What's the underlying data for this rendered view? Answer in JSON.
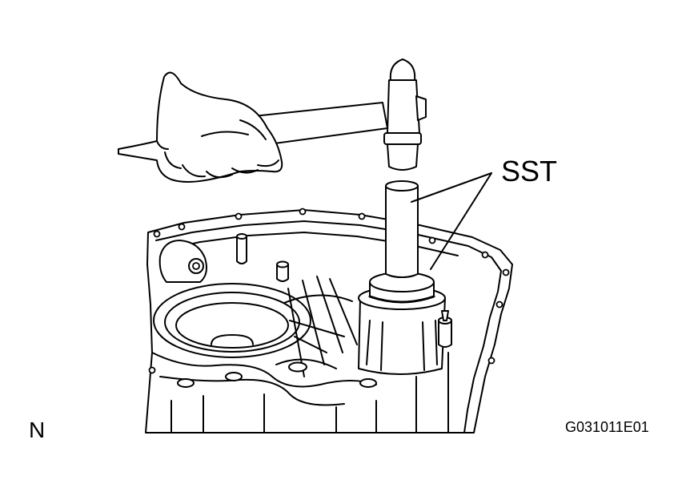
{
  "labels": {
    "sst": "SST",
    "view_letter": "N",
    "figure_code": "G031011E01"
  },
  "colors": {
    "ink": "#000000",
    "paper": "#ffffff"
  }
}
